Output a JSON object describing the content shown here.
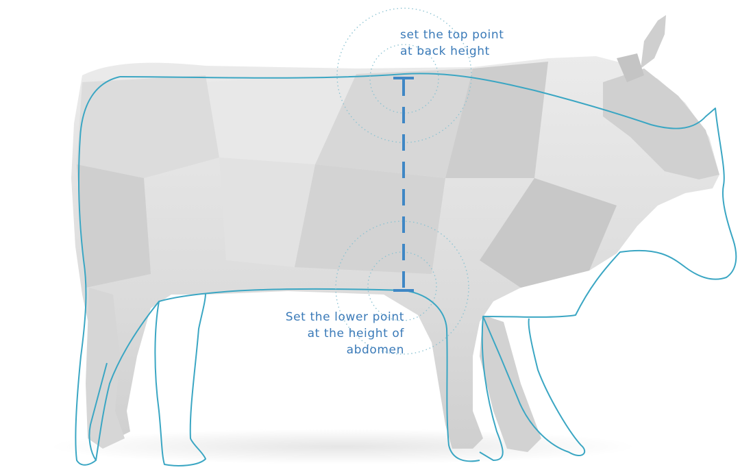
{
  "colors": {
    "outline": "#3aa6c3",
    "guide": "#3f87c5",
    "label_text": "#3a7ab8",
    "circle": "#8cc3d2",
    "body_fill": "#dedede",
    "body_shade": "#c9c9c9",
    "background": "#ffffff"
  },
  "annotations": {
    "top_point": {
      "lines": [
        "set the top point",
        "at back height"
      ]
    },
    "lower_point": {
      "lines": [
        "Set the lower point",
        "at the height of",
        "abdomen"
      ]
    }
  },
  "figure": {
    "subject": "cow",
    "style": "low-poly render with outline overlay"
  }
}
